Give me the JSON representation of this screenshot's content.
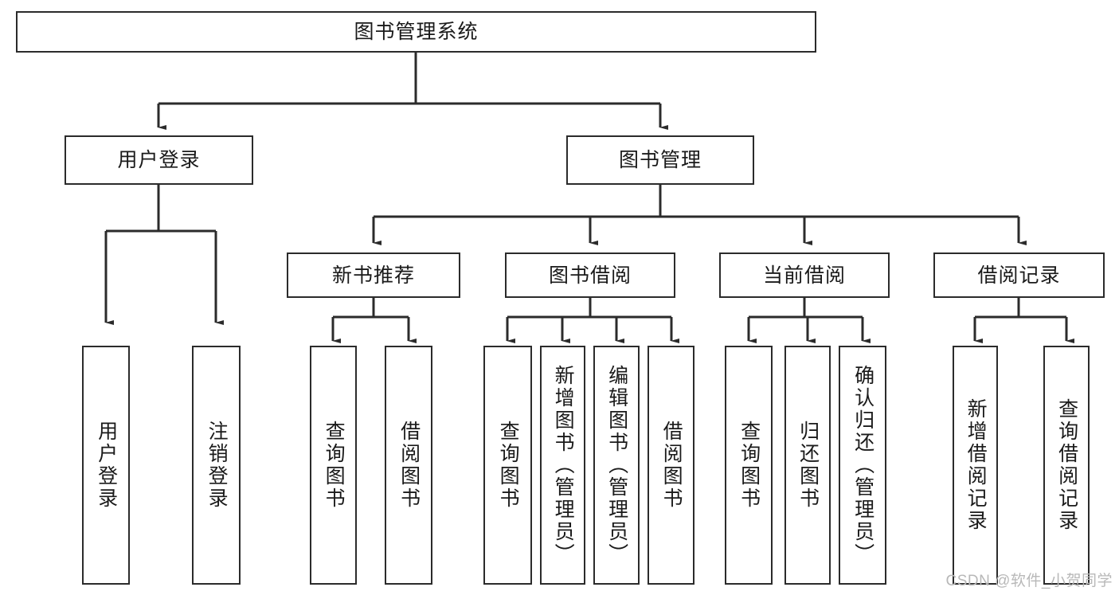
{
  "diagram": {
    "title": "图书管理系统",
    "type": "tree",
    "root": {
      "id": "root",
      "label": "图书管理系统"
    },
    "level2": [
      {
        "id": "user-login",
        "label": "用户登录"
      },
      {
        "id": "book-management",
        "label": "图书管理"
      }
    ],
    "level3": [
      {
        "id": "new-book-recommend",
        "label": "新书推荐"
      },
      {
        "id": "book-borrow",
        "label": "图书借阅"
      },
      {
        "id": "current-borrow",
        "label": "当前借阅"
      },
      {
        "id": "borrow-record",
        "label": "借阅记录"
      }
    ],
    "leaves": [
      {
        "id": "leaf-user-login",
        "label": "用户登录",
        "parent": "user-login"
      },
      {
        "id": "leaf-logout-login",
        "label": "注销登录",
        "parent": "user-login"
      },
      {
        "id": "leaf-query-book-1",
        "label": "查询图书",
        "parent": "new-book-recommend"
      },
      {
        "id": "leaf-borrow-book-1",
        "label": "借阅图书",
        "parent": "new-book-recommend"
      },
      {
        "id": "leaf-query-book-2",
        "label": "查询图书",
        "parent": "book-borrow"
      },
      {
        "id": "leaf-add-book",
        "label": "新增图书（管理员）",
        "parent": "book-borrow"
      },
      {
        "id": "leaf-edit-book",
        "label": "编辑图书（管理员）",
        "parent": "book-borrow"
      },
      {
        "id": "leaf-borrow-book-2",
        "label": "借阅图书",
        "parent": "book-borrow"
      },
      {
        "id": "leaf-query-book-3",
        "label": "查询图书",
        "parent": "current-borrow"
      },
      {
        "id": "leaf-return-book",
        "label": "归还图书",
        "parent": "current-borrow"
      },
      {
        "id": "leaf-confirm-return",
        "label": "确认归还（管理员）",
        "parent": "current-borrow"
      },
      {
        "id": "leaf-add-record",
        "label": "新增借阅记录",
        "parent": "borrow-record"
      },
      {
        "id": "leaf-query-record",
        "label": "查询借阅记录",
        "parent": "borrow-record"
      }
    ]
  },
  "watermark": {
    "text": "CSDN @软件_小贺同学"
  },
  "colors": {
    "border": "#2b2b2b",
    "background": "#ffffff",
    "text": "#1a1a1a",
    "watermark": "#b8b8b8"
  }
}
